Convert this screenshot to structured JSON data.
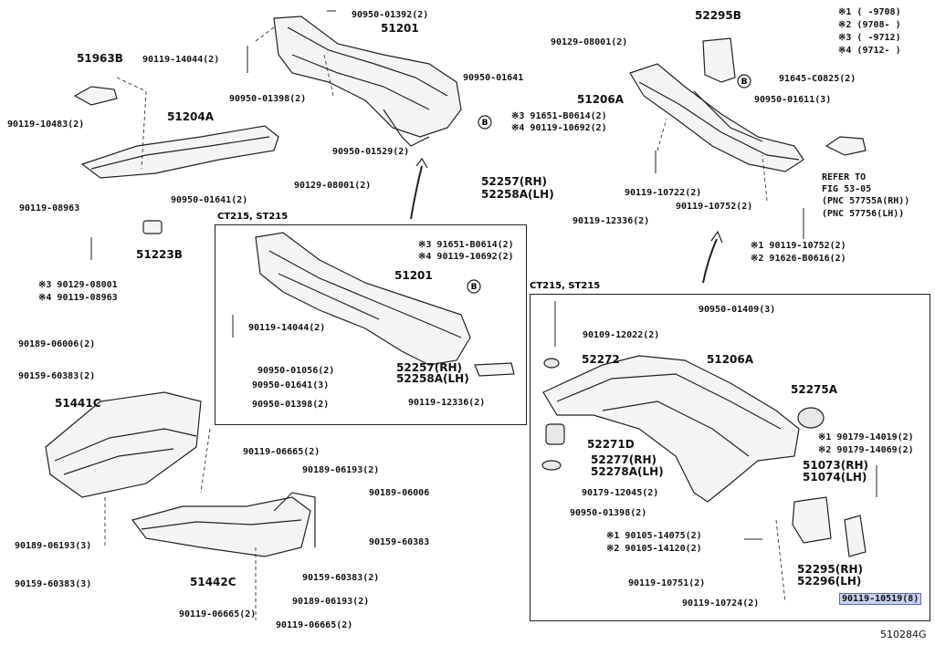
{
  "notes": [
    "※1 (      -9708)",
    "※2 (9708-      )",
    "※3 (      -9712)",
    "※4 (9712-      )"
  ],
  "fig_code": "510284G",
  "boxes": [
    {
      "title": "CT215, ST215"
    },
    {
      "title": "CT215, ST215"
    }
  ],
  "labels": {
    "p51963b": "51963B",
    "p90119_14044_a": "90119-14044(2)",
    "p90950_01392": "90950-01392(2)",
    "p51201_a": "51201",
    "p90950_01641_a": "90950-01641",
    "p90950_01398_a": "90950-01398(2)",
    "p90950_01529": "90950-01529(2)",
    "p51204a": "51204A",
    "p90119_10483": "90119-10483(2)",
    "p90129_08001_a": "90129-08001(2)",
    "p90119_08963_a": "90119-08963",
    "p90950_01641_b": "90950-01641(2)",
    "p51223b": "51223B",
    "p91651_b0614_a": "※3 91651-B0614(2)",
    "p90119_10692_a": "※4 90119-10692(2)",
    "p52257_a": "52257(RH)",
    "p52258a_a": "52258A(LH)",
    "p90129_08001_b": "※3 90129-08001",
    "p90119_08963_b": "※4 90119-08963",
    "p51201_b": "51201",
    "p91651_b0614_b": "※3 91651-B0614(2)",
    "p90119_10692_b": "※4 90119-10692(2)",
    "p90119_14044_b": "90119-14044(2)",
    "p90950_01056": "90950-01056(2)",
    "p90950_01641_c": "90950-01641(3)",
    "p90950_01398_b": "90950-01398(2)",
    "p52257_b": "52257(RH)",
    "p52258a_b": "52258A(LH)",
    "p90119_12336_a": "90119-12336(2)",
    "p52295b": "52295B",
    "p90129_08001_c": "90129-08001(2)",
    "p91645_c0825": "91645-C0825(2)",
    "p51206a_a": "51206A",
    "p90950_01611": "90950-01611(3)",
    "p90119_10722": "90119-10722(2)",
    "p90119_10752_a": "90119-10752(2)",
    "p90119_12336_b": "90119-12336(2)",
    "refer1": "REFER TO",
    "refer2": "FIG 53-05",
    "refer3": "(PNC 57755A(RH))",
    "refer4": "(PNC 57756(LH))",
    "p90119_10752_b": "※1 90119-10752(2)",
    "p91626_b0616": "※2 91626-B0616(2)",
    "p90189_06006_a": "90189-06006(2)",
    "p90159_60383_a": "90159-60383(2)",
    "p51441c": "51441C",
    "p90119_06665_a": "90119-06665(2)",
    "p90189_06193_a": "90189-06193(2)",
    "p90189_06006_b": "90189-06006",
    "p90189_06193_b": "90189-06193(3)",
    "p90159_60383_b": "90159-60383",
    "p90159_60383_c": "90159-60383(3)",
    "p51442c": "51442C",
    "p90159_60383_d": "90159-60383(2)",
    "p90119_06665_b": "90119-06665(2)",
    "p90189_06193_c": "90189-06193(2)",
    "p90119_06665_c": "90119-06665(2)",
    "p90950_01409": "90950-01409(3)",
    "p90109_12022": "90109-12022(2)",
    "p52272": "52272",
    "p51206a_b": "51206A",
    "p52275a": "52275A",
    "p90179_14019": "※1 90179-14019(2)",
    "p90179_14069": "※2 90179-14069(2)",
    "p52271d": "52271D",
    "p52277": "52277(RH)",
    "p52278a": "52278A(LH)",
    "p51073": "51073(RH)",
    "p51074": "51074(LH)",
    "p90179_12045": "90179-12045(2)",
    "p90950_01398_c": "90950-01398(2)",
    "p90105_14075": "※1 90105-14075(2)",
    "p90105_14120": "※2 90105-14120(2)",
    "p52295": "52295(RH)",
    "p52296": "52296(LH)",
    "p90119_10751": "90119-10751(2)",
    "p90119_10724": "90119-10724(2)",
    "p90119_10519": "90119-10519(8)"
  }
}
